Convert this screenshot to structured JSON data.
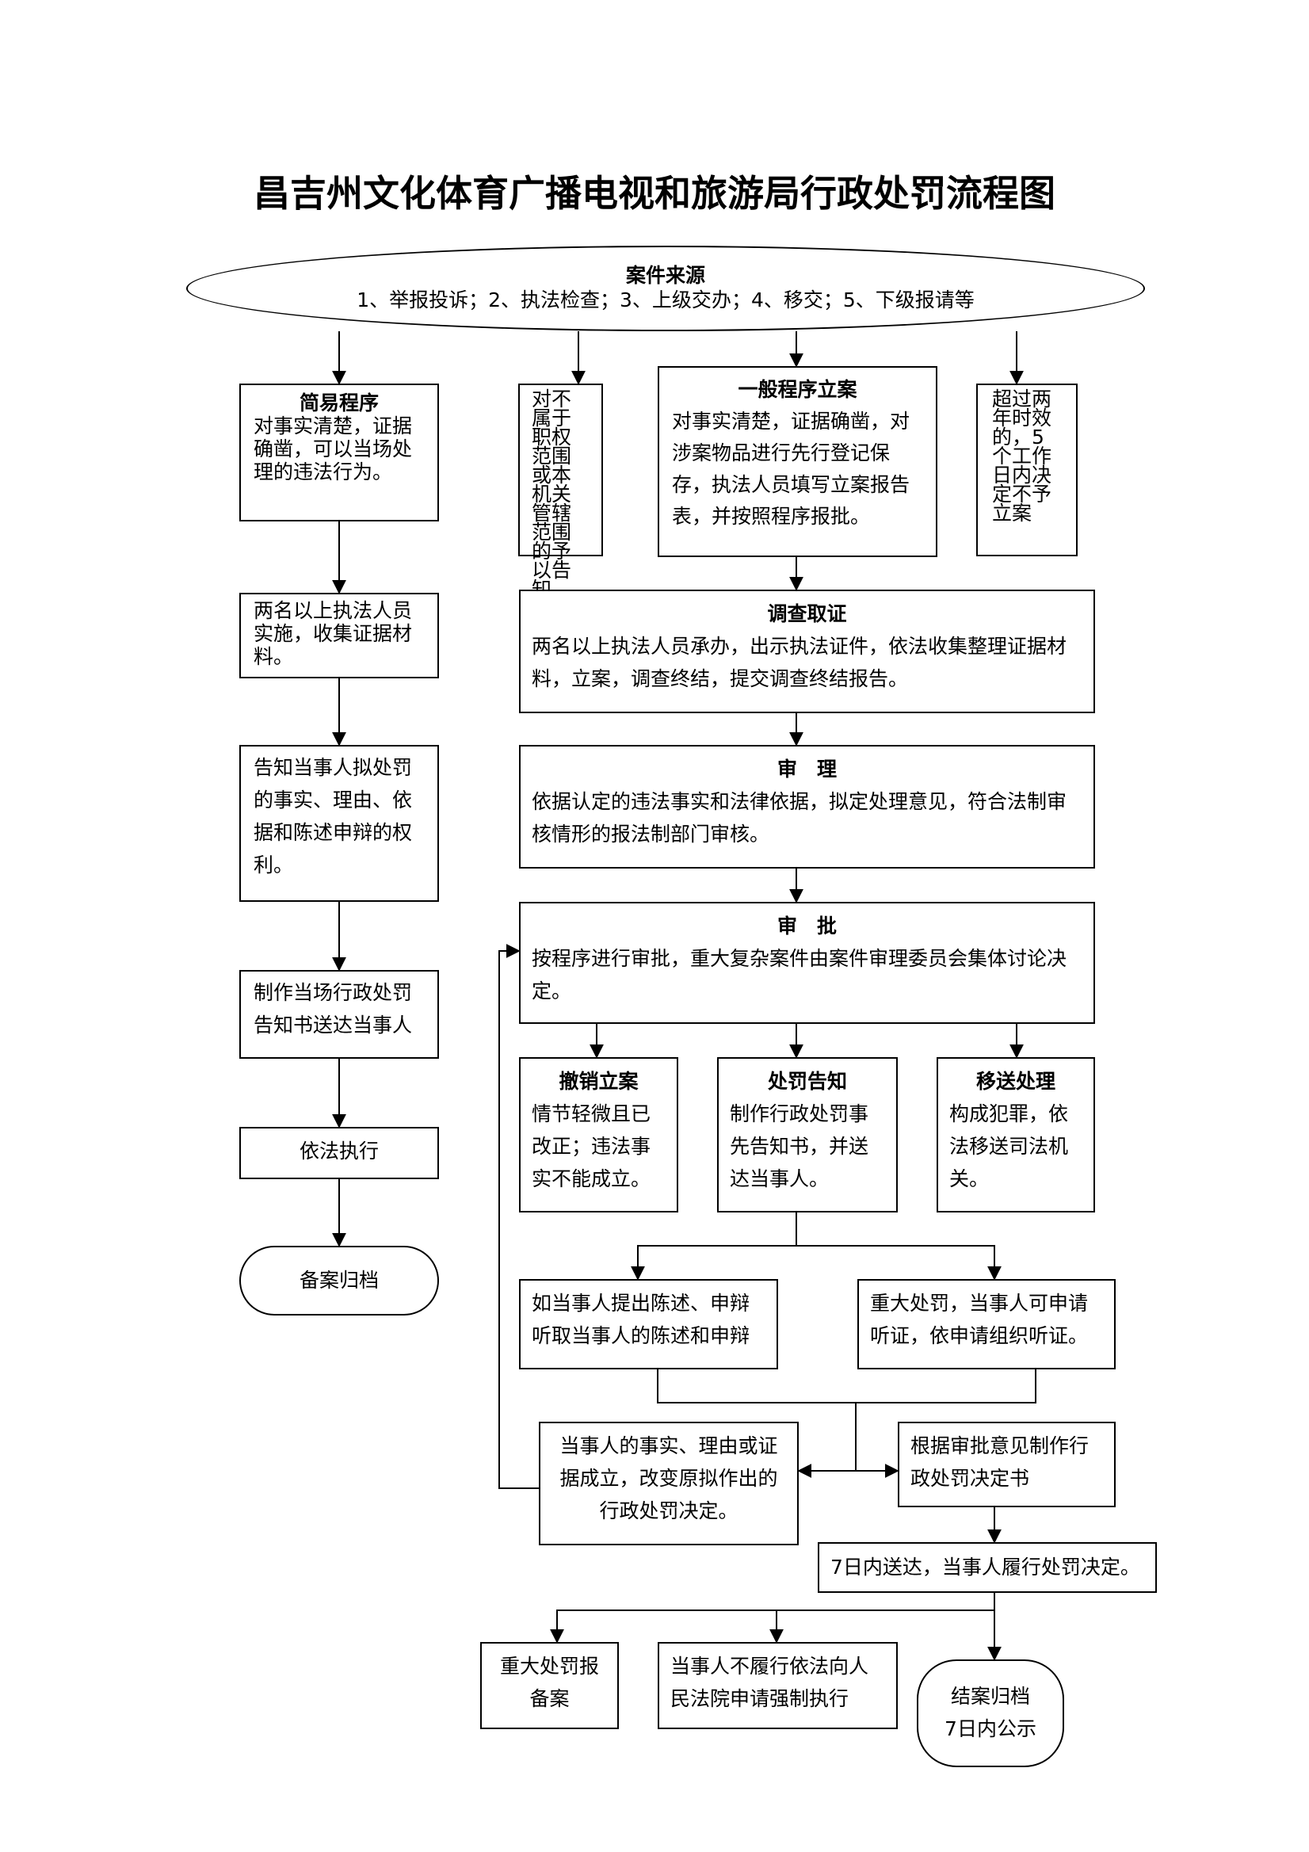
{
  "title": "昌吉州文化体育广播电视和旅游局行政处罚流程图",
  "source": {
    "heading": "案件来源",
    "text": "1、举报投诉；2、执法检查；3、上级交办；4、移交；5、下级报请等"
  },
  "simple": {
    "heading": "简易程序",
    "text": "对事实清楚，证据确凿，可以当场处理的违法行为。"
  },
  "not_jurisdiction": "对不属于职权范围或本机关管辖范围的予以告知",
  "general": {
    "heading": "一般程序立案",
    "text": "对事实清楚，证据确凿，对涉案物品进行先行登记保存，执法人员填写立案报告表，并按照程序报批。"
  },
  "expired": "超过两年时效的，5个工作日内决定不予立案",
  "left_steps": [
    "两名以上执法人员实施，收集证据材料。",
    "告知当事人拟处罚的事实、理由、依据和陈述申辩的权利。",
    "制作当场行政处罚告知书送达当事人",
    "依法执行",
    "备案归档"
  ],
  "investigate": {
    "heading": "调查取证",
    "text": "两名以上执法人员承办，出示执法证件，依法收集整理证据材料，立案，调查终结，提交调查终结报告。"
  },
  "review": {
    "heading": "审　理",
    "text": "依据认定的违法事实和法律依据，拟定处理意见，符合法制审核情形的报法制部门审核。"
  },
  "approve": {
    "heading": "审　批",
    "text": "按程序进行审批，重大复杂案件由案件审理委员会集体讨论决定。"
  },
  "revoke": {
    "heading": "撤销立案",
    "text": "情节轻微且已改正；违法事实不能成立。"
  },
  "notice": {
    "heading": "处罚告知",
    "text": "制作行政处罚事先告知书，并送达当事人。"
  },
  "transfer": {
    "heading": "移送处理",
    "text": "构成犯罪，依法移送司法机关。"
  },
  "statement": "如当事人提出陈述、申辩听取当事人的陈述和申辩",
  "hearing": "重大处罚，当事人可申请听证，依申请组织听证。",
  "change": "当事人的事实、理由或证据成立，改变原拟作出的行政处罚决定。",
  "decision": "根据审批意见制作行政处罚决定书",
  "deliver": "7日内送达，当事人履行处罚决定。",
  "major_record": "重大处罚报备案",
  "enforce": "当事人不履行依法向人民法院申请强制执行",
  "close": {
    "line1": "结案归档",
    "line2": "7日内公示"
  }
}
